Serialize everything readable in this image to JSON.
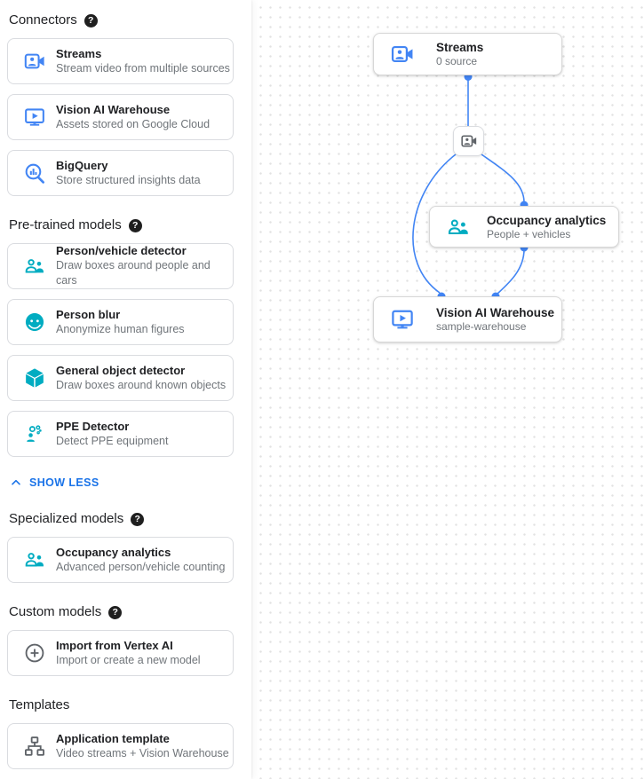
{
  "sidebar": {
    "sections": [
      {
        "title": "Connectors",
        "has_help": true,
        "items": [
          {
            "title": "Streams",
            "subtitle": "Stream video from multiple sources",
            "icon": "video-camera-icon"
          },
          {
            "title": "Vision AI Warehouse",
            "subtitle": "Assets stored on Google Cloud",
            "icon": "smart-display-icon"
          },
          {
            "title": "BigQuery",
            "subtitle": "Store structured insights data",
            "icon": "bigquery-icon"
          }
        ]
      },
      {
        "title": "Pre-trained models",
        "has_help": true,
        "items": [
          {
            "title": "Person/vehicle detector",
            "subtitle": "Draw boxes around people and cars",
            "icon": "people-icon"
          },
          {
            "title": "Person blur",
            "subtitle": "Anonymize human figures",
            "icon": "face-icon"
          },
          {
            "title": "General object detector",
            "subtitle": "Draw boxes around known objects",
            "icon": "cube-icon"
          },
          {
            "title": "PPE Detector",
            "subtitle": "Detect PPE equipment",
            "icon": "ppe-icon"
          }
        ]
      },
      {
        "title": "Specialized models",
        "has_help": true,
        "items": [
          {
            "title": "Occupancy analytics",
            "subtitle": "Advanced person/vehicle counting",
            "icon": "people-icon"
          }
        ]
      },
      {
        "title": "Custom models",
        "has_help": true,
        "items": [
          {
            "title": "Import from Vertex AI",
            "subtitle": "Import or create a new model",
            "icon": "add-circle-icon"
          }
        ]
      },
      {
        "title": "Templates",
        "has_help": false,
        "items": [
          {
            "title": "Application template",
            "subtitle": "Video streams + Vision Warehouse",
            "icon": "sitemap-icon"
          }
        ]
      }
    ],
    "show_less_label": "SHOW LESS"
  },
  "canvas": {
    "nodes": [
      {
        "title": "Streams",
        "subtitle": "0 source",
        "icon": "video-camera-icon"
      },
      {
        "title": "Occupancy analytics",
        "subtitle": "People + vehicles",
        "icon": "people-icon"
      },
      {
        "title": "Vision AI Warehouse",
        "subtitle": "sample-warehouse",
        "icon": "smart-display-icon"
      }
    ],
    "mini_node_icon": "video-camera-icon"
  },
  "icons": {
    "help_glyph": "?"
  },
  "colors": {
    "accent_blue": "#4285f4",
    "link_blue": "#1a73e8",
    "teal": "#00acc1",
    "icon_gray": "#5f6368",
    "title_text": "#202124",
    "subtitle_text": "#70757a",
    "card_border": "#dadce0"
  }
}
